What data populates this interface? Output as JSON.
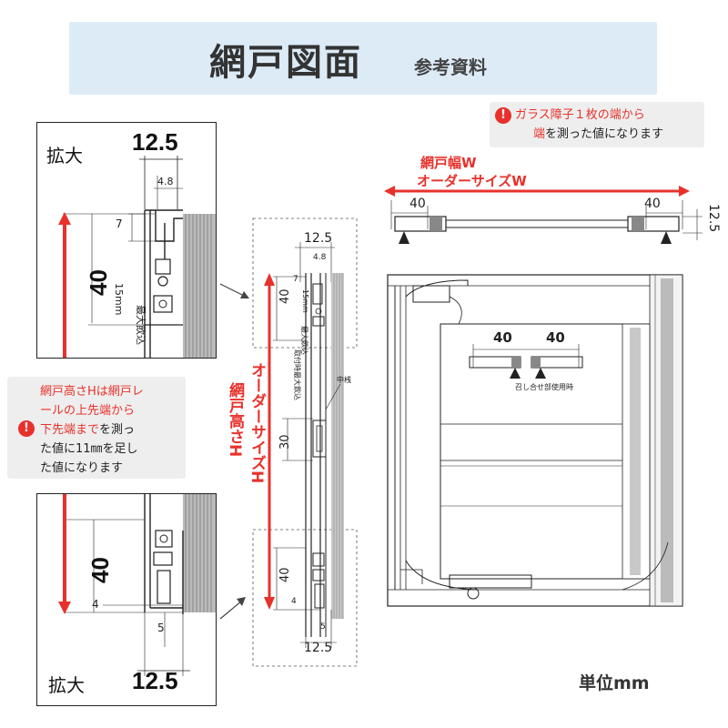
{
  "header": {
    "title": "網戸図面",
    "subtitle": "参考資料"
  },
  "note_top": {
    "line1": "ガラス障子１枚の端から",
    "line2_red": "端",
    "line2_rest": "を測った値になります"
  },
  "note_left": {
    "l1": "網戸高さHは網戸レ",
    "l2": "ールの上先端から",
    "l3_red": "下先端まで",
    "l3_rest": "を測っ",
    "l4": "た値に11㎜を足し",
    "l5": "た値になります"
  },
  "width_labels": {
    "line1": "網戸幅W",
    "line2": "オーダーサイズW"
  },
  "height_labels": {
    "line1": "網戸高さH",
    "line2": "オーダーサイズH"
  },
  "zoom_top": {
    "label": "拡大",
    "dim_top": "12.5",
    "dim_48": "4.8",
    "dim_7": "7",
    "dim_40": "40",
    "dim_15mm": "15mm",
    "dim_max": "最大飲込"
  },
  "zoom_bottom": {
    "label": "拡大",
    "dim_bottom": "12.5",
    "dim_40": "40",
    "dim_4": "4",
    "dim_5": "5"
  },
  "center_section": {
    "dim_top": "12.5",
    "dim_48": "4.8",
    "dim_7": "7",
    "dim_40_top": "40",
    "dim_15mm": "15mm",
    "dim_max": "最大飲込",
    "mount_note": "取付時最大飲込",
    "mid_label": "中桟",
    "dim_30": "30",
    "dim_40_bottom": "40",
    "dim_4": "4",
    "dim_5": "5",
    "dim_bottom": "12.5"
  },
  "plan_view": {
    "dim_left": "40",
    "dim_right": "40",
    "dim_side": "12.5"
  },
  "inset": {
    "dim_left": "40",
    "dim_right": "40",
    "caption": "召し合せ部使用時"
  },
  "unit": "単位mm",
  "colors": {
    "accent_red": "#e8312b",
    "header_bg": "#ddebf7",
    "note_bg": "#eeeeee"
  }
}
